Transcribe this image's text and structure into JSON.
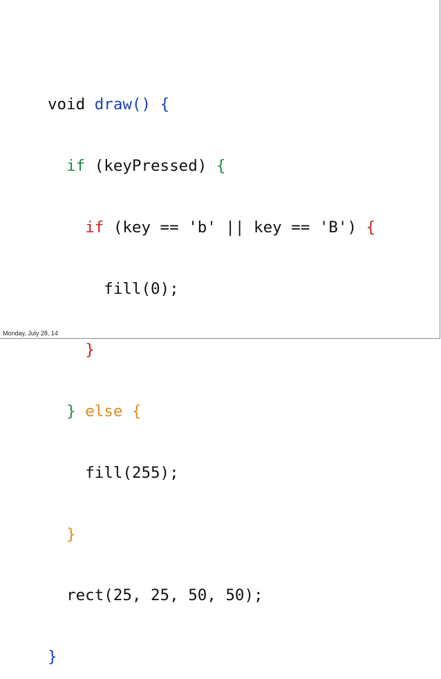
{
  "slide": {
    "footer_date": "Monday, July 28, 14"
  },
  "code": {
    "colors": {
      "text": "#111111",
      "keyword_blue": "#1a3fbf",
      "keyword_green": "#1f8a4c",
      "keyword_red": "#cc1f1f",
      "keyword_orange": "#e08a1e"
    },
    "line1": {
      "kw": "void",
      "fn": "draw() ",
      "brace": "{"
    },
    "line2": {
      "kw": "if",
      "cond": " (keyPressed) ",
      "brace": "{"
    },
    "line3": {
      "kw": "if",
      "cond": " (key == 'b' || key == 'B') ",
      "brace": "{"
    },
    "line4": {
      "stmt": "fill(0);"
    },
    "line5": {
      "brace": "}"
    },
    "line6": {
      "close": "} ",
      "kw": "else ",
      "brace": "{"
    },
    "line7": {
      "stmt": "fill(255);"
    },
    "line8": {
      "brace": "}"
    },
    "line9": {
      "stmt": "rect(25, 25, 50, 50);"
    },
    "line10": {
      "brace": "}"
    }
  }
}
